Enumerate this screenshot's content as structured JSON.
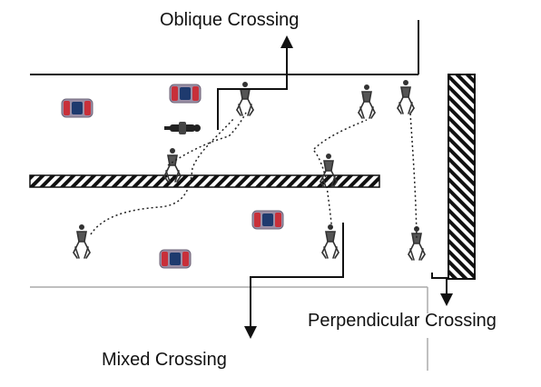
{
  "labels": {
    "oblique": "Oblique Crossing",
    "perpendicular": "Perpendicular Crossing",
    "mixed": "Mixed Crossing"
  },
  "colors": {
    "line": "#111111",
    "car_body": "#9a8fa6",
    "car_accent": "#c8303a",
    "car_glass": "#1e3a6e",
    "pedestrian": "#333333"
  },
  "icons": {
    "car": "car-icon",
    "pedestrian": "pedestrian-icon",
    "motorcycle": "motorcycle-icon"
  }
}
